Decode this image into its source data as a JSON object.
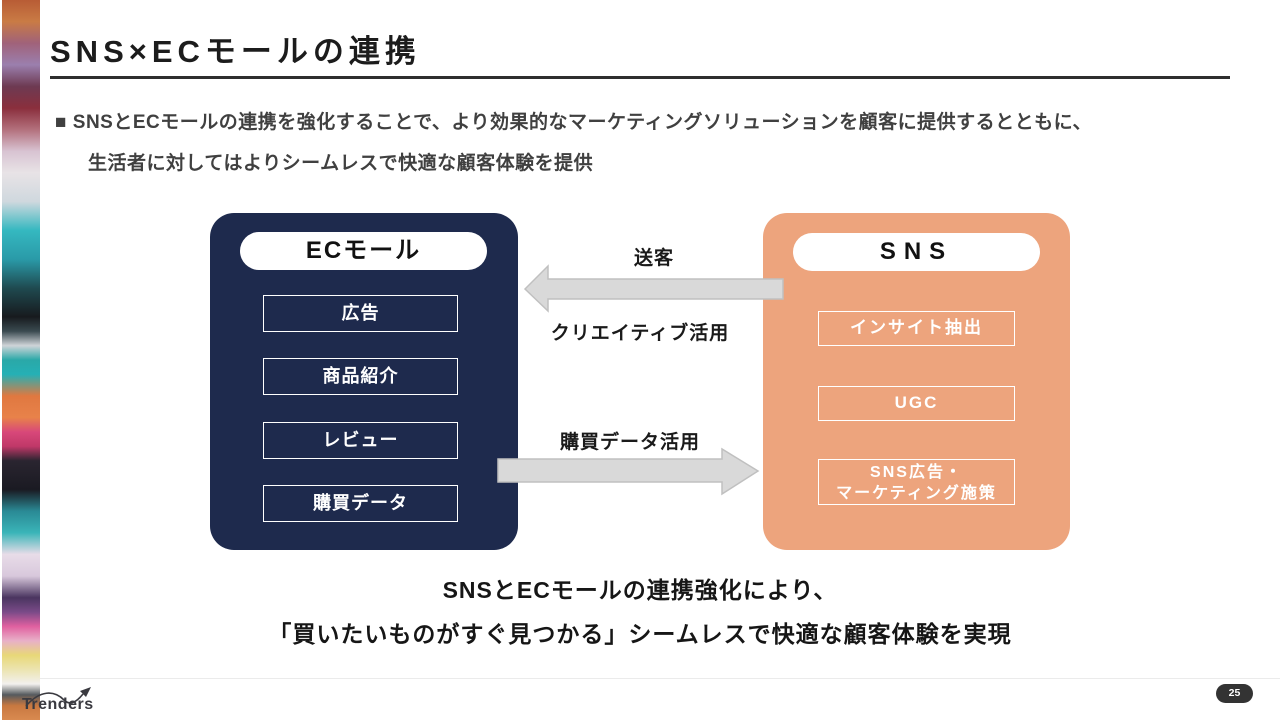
{
  "slide": {
    "title": "SNS×ECモールの連携",
    "lead": {
      "marker": "■",
      "line1": "SNSとECモールの連携を強化することで、より効果的なマーケティングソリューションを顧客に提供するとともに、",
      "line2": "生活者に対してはよりシームレスで快適な顧客体験を提供"
    },
    "diagram": {
      "ec": {
        "header": "ECモール",
        "items": [
          "広告",
          "商品紹介",
          "レビュー",
          "購買データ"
        ]
      },
      "sns": {
        "header": "SNS",
        "items": [
          "インサイト抽出",
          "UGC"
        ],
        "item3_line1": "SNS広告・",
        "item3_line2": "マーケティング施策"
      },
      "arrows": {
        "to_ec_top_label": "送客",
        "to_ec_bottom_label": "クリエイティブ活用",
        "to_sns_label": "購買データ活用"
      }
    },
    "conclusion": {
      "line1": "SNSとECモールの連携強化により、",
      "line2": "「買いたいものがすぐ見つかる」シームレスで快適な顧客体験を実現"
    },
    "footer": {
      "logo_text": "Trenders",
      "page_number": "25"
    },
    "colors": {
      "navy": "#1e2a4d",
      "orange": "#eda47d",
      "arrow_fill": "#d9d9d9",
      "arrow_border": "#c0c0c0",
      "badge": "#333333"
    }
  }
}
